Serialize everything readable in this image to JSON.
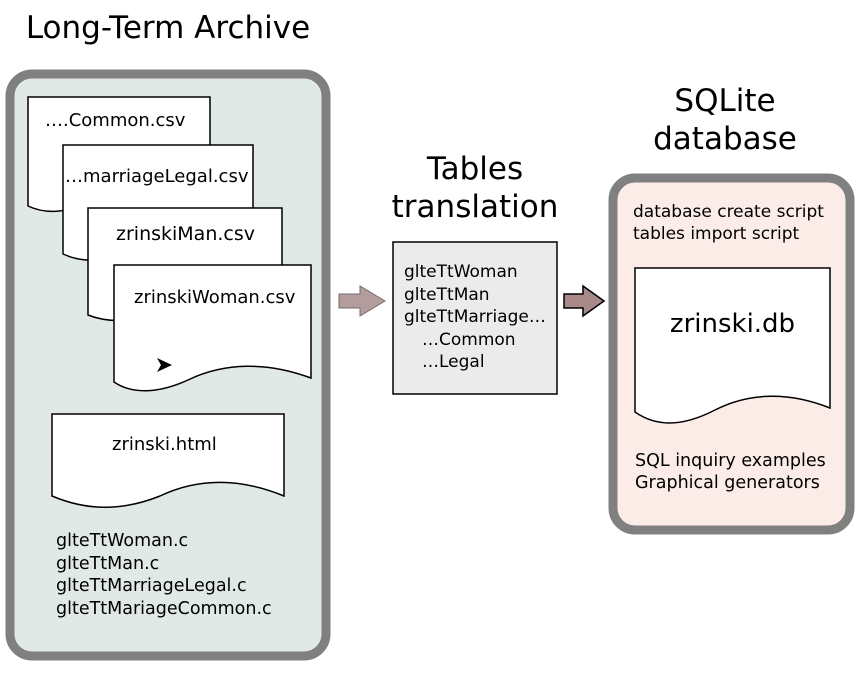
{
  "archive": {
    "title": "Long-Term Archive",
    "csv_files": [
      "….Common.csv",
      "…marriageLegal.csv",
      "zrinskiMan.csv",
      "zrinskiWoman.csv"
    ],
    "html_file": "zrinski.html",
    "c_files": [
      "glteTtWoman.c",
      "glteTtMan.c",
      "glteTtMarriageLegal.c",
      "glteTtMariageCommon.c"
    ]
  },
  "translation": {
    "title_line1": "Tables",
    "title_line2": "translation",
    "items": [
      "glteTtWoman",
      "glteTtMan",
      "glteTtMarriage…",
      "…Common",
      "…Legal"
    ]
  },
  "database": {
    "title_line1": "SQLite",
    "title_line2": "database",
    "scripts": [
      "database create script",
      "tables import script"
    ],
    "db_file": "zrinski.db",
    "extras": [
      "SQL inquiry examples",
      "Graphical generators"
    ]
  },
  "colors": {
    "archive_fill": "#e1e9e7",
    "database_fill": "#fbece8",
    "panel_border": "#808080",
    "translation_fill": "#ebebeb",
    "arrow_left": "#b39c9c",
    "arrow_right": "#a88888"
  },
  "icons": {
    "pointer": "mouse-pointer-icon",
    "flow": "right-arrow-icon"
  }
}
